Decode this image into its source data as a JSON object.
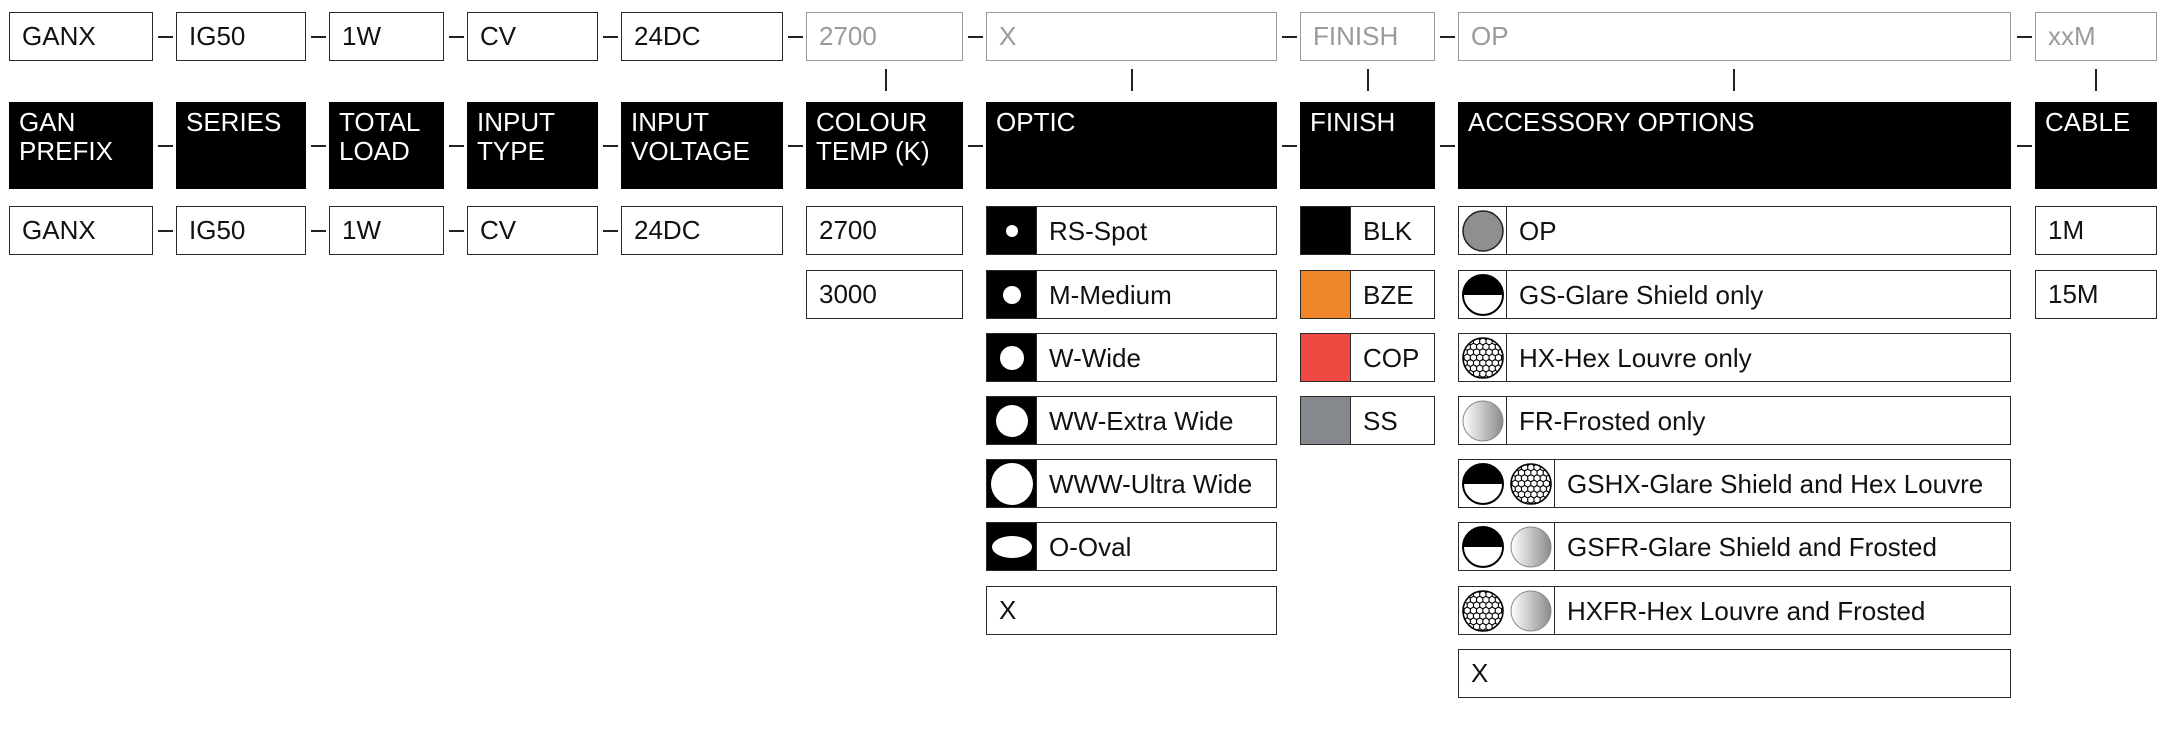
{
  "code": [
    "GANX",
    "IG50",
    "1W",
    "CV",
    "24DC",
    "2700",
    "X",
    "FINISH",
    "OP",
    "xxM"
  ],
  "headers": {
    "gan": "GAN\nPREFIX",
    "series": "SERIES",
    "load": "TOTAL\nLOAD",
    "input_type": "INPUT\nTYPE",
    "input_voltage": "INPUT\nVOLTAGE",
    "colour": "COLOUR\nTEMP (K)",
    "optic": "OPTIC",
    "finish": "FINISH",
    "accessory": "ACCESSORY OPTIONS",
    "cable": "CABLE"
  },
  "values": {
    "gan": [
      "GANX"
    ],
    "series": [
      "IG50"
    ],
    "load": [
      "1W"
    ],
    "input_type": [
      "CV"
    ],
    "input_voltage": [
      "24DC"
    ],
    "colour": [
      "2700",
      "3000"
    ],
    "cable": [
      "1M",
      "15M"
    ]
  },
  "optics": [
    {
      "label": "RS-Spot",
      "icon": "spot-dot-icon"
    },
    {
      "label": "M-Medium",
      "icon": "medium-dot-icon"
    },
    {
      "label": "W-Wide",
      "icon": "wide-dot-icon"
    },
    {
      "label": "WW-Extra Wide",
      "icon": "extra-wide-dot-icon"
    },
    {
      "label": "WWW-Ultra Wide",
      "icon": "ultra-wide-dot-icon"
    },
    {
      "label": "O-Oval",
      "icon": "oval-icon"
    },
    {
      "label": "X",
      "icon": null
    }
  ],
  "finishes": [
    {
      "label": "BLK",
      "color": "#000000"
    },
    {
      "label": "BZE",
      "color": "#f0862a"
    },
    {
      "label": "COP",
      "color": "#ee4a42"
    },
    {
      "label": "SS",
      "color": "#85888c"
    }
  ],
  "accessories": [
    {
      "label": "OP",
      "icons": [
        "opaque-grey-circle-icon"
      ]
    },
    {
      "label": "GS-Glare Shield only",
      "icons": [
        "glare-shield-icon"
      ]
    },
    {
      "label": "HX-Hex Louvre only",
      "icons": [
        "hex-louvre-icon"
      ]
    },
    {
      "label": "FR-Frosted only",
      "icons": [
        "frosted-lens-icon"
      ]
    },
    {
      "label": "GSHX-Glare Shield and Hex Louvre",
      "icons": [
        "glare-shield-icon",
        "hex-louvre-icon"
      ]
    },
    {
      "label": "GSFR-Glare Shield and Frosted",
      "icons": [
        "glare-shield-icon",
        "frosted-lens-icon"
      ]
    },
    {
      "label": "HXFR-Hex Louvre and Frosted",
      "icons": [
        "hex-louvre-icon",
        "frosted-lens-icon"
      ]
    },
    {
      "label": "X",
      "icons": []
    }
  ]
}
